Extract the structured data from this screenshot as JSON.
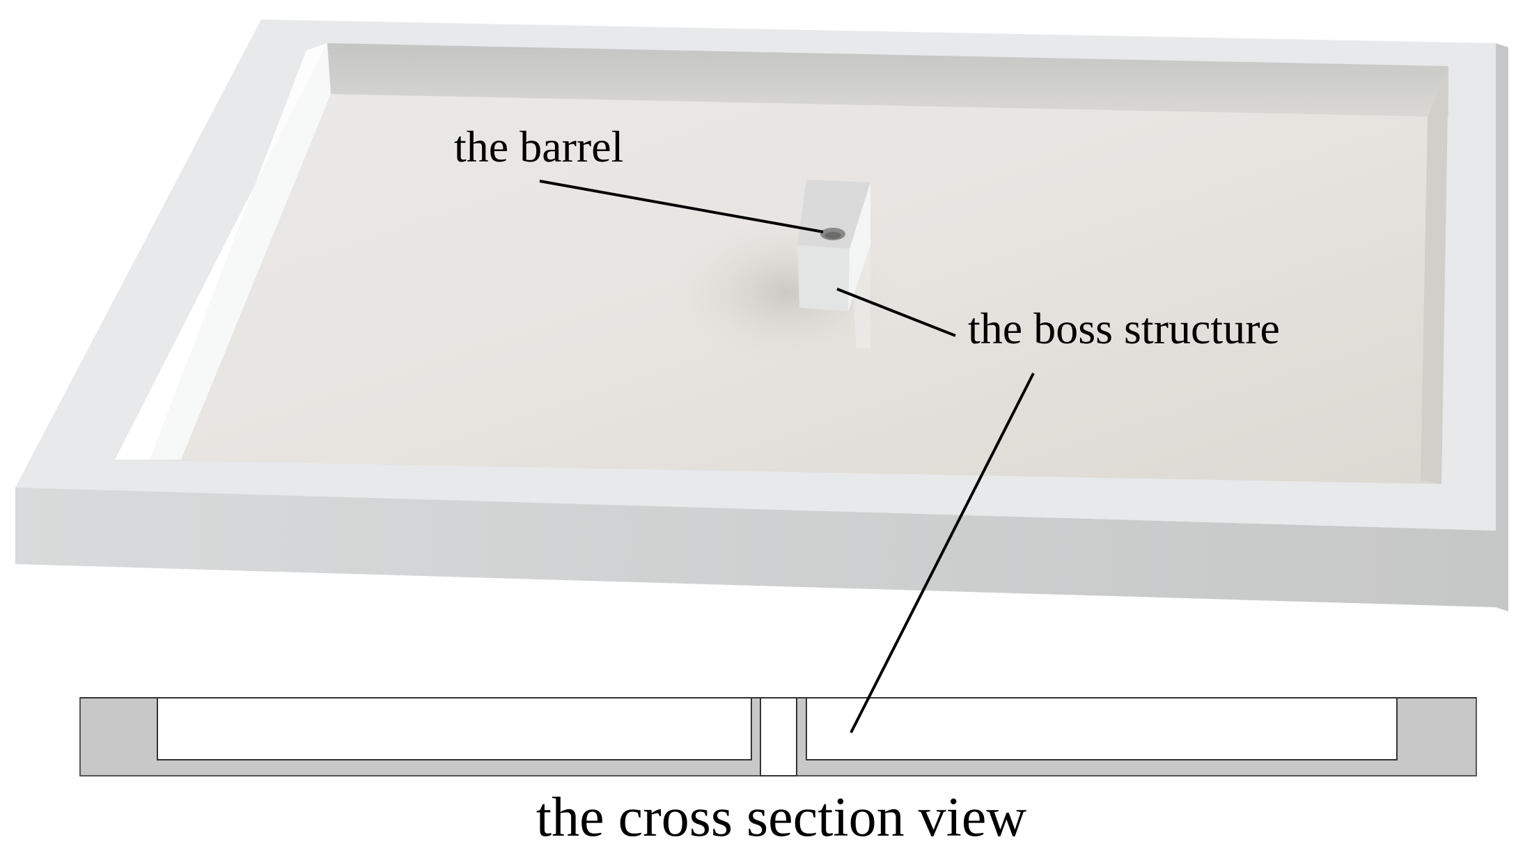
{
  "labels": {
    "barrel": "the barrel",
    "boss": "the boss structure",
    "section": "the cross section view"
  },
  "colors": {
    "background": "#ffffff",
    "tray_top": "#e6e8e9",
    "tray_front": "#cfd1d2",
    "tray_floor": "#e4e2df",
    "section_wall": "#c8c8c8",
    "leader_line": "#000000"
  }
}
